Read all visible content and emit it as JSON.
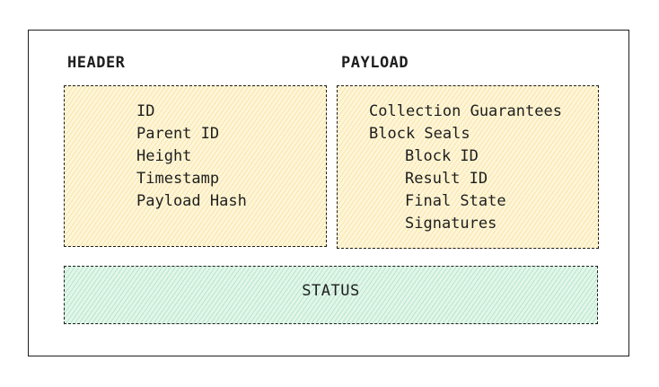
{
  "header": {
    "title": "HEADER",
    "fields": [
      "ID",
      "Parent ID",
      "Height",
      "Timestamp",
      "Payload Hash"
    ]
  },
  "payload": {
    "title": "PAYLOAD",
    "fields": [
      {
        "label": "Collection Guarantees",
        "level": 0
      },
      {
        "label": "Block Seals",
        "level": 0
      },
      {
        "label": "Block ID",
        "level": 1
      },
      {
        "label": "Result ID",
        "level": 1
      },
      {
        "label": "Final State",
        "level": 1
      },
      {
        "label": "Signatures",
        "level": 1
      }
    ]
  },
  "status": {
    "label": "STATUS"
  },
  "colors": {
    "section_fill": "#fff6d8",
    "status_fill": "#e2f6ea",
    "stroke": "#1e1e1e"
  }
}
